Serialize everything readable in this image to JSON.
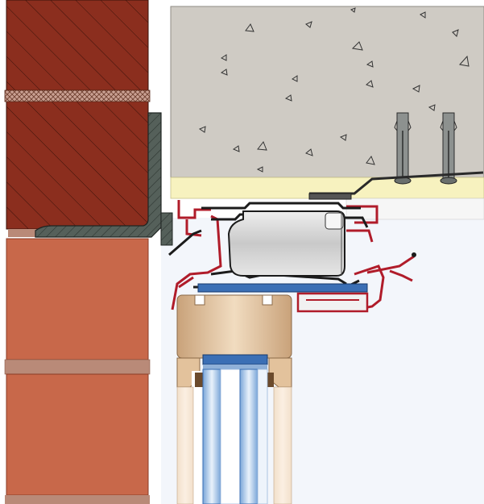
{
  "diagram": {
    "kind": "window-lintel-section-detail",
    "components": [
      "brick-outer-leaf",
      "mortar-joint",
      "cavity-tray",
      "steel-angle-lintel",
      "concrete-lintel",
      "insulation-strip",
      "anchor-bolts",
      "window-head-frame",
      "glazing-unit",
      "timber-frame"
    ],
    "colors": {
      "brick_dark": "#8b2e1e",
      "brick_light": "#c8684a",
      "mortar": "#b98a78",
      "steel": "#4a5550",
      "concrete": "#cfcbc4",
      "insulation": "#f7f2bf",
      "frame_red": "#b01c2a",
      "alu_grey": "#d8d8d8",
      "timber": "#e3c29c",
      "glass_blue": "#3b6fb5"
    },
    "labels": []
  }
}
